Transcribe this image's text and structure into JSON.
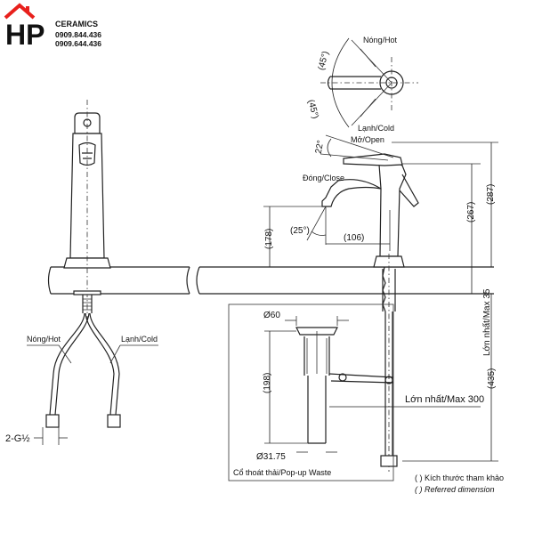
{
  "logo": {
    "mark": "HP",
    "brand": "CERAMICS",
    "phone_1": "0909.844.436",
    "phone_2": "0909.644.436",
    "colors": {
      "mark": "#f2a90a",
      "phone": "#d8231b"
    }
  },
  "handle_top_view": {
    "angle_top": "(45°)",
    "angle_bottom": "(45°)",
    "hot_label": "Nóng/Hot",
    "cold_label": "Lạnh/Cold"
  },
  "side_view": {
    "tilt_angle": "22°",
    "open_label": "Mở/Open",
    "close_label": "Đóng/Close",
    "spout_angle": "(25°)",
    "reach": "(106)",
    "spout_height": "(178)",
    "height_267": "(267)",
    "height_287": "(287)",
    "max_35": "Lớn nhất/Max 35",
    "max_300": "Lớn nhất/Max 300",
    "length_435": "(435)"
  },
  "waste": {
    "top_diameter": "Ø60",
    "length": "(198)",
    "bottom_diameter": "Ø31.75",
    "caption": "Cổ thoát thải/Pop-up Waste"
  },
  "front_view": {
    "hot_label": "Nóng/Hot",
    "cold_label": "Lạnh/Cold",
    "thread": "2-G½"
  },
  "legend": {
    "line_1": "( ) Kích thước tham khảo",
    "line_2": "( ) Referred dimension"
  }
}
